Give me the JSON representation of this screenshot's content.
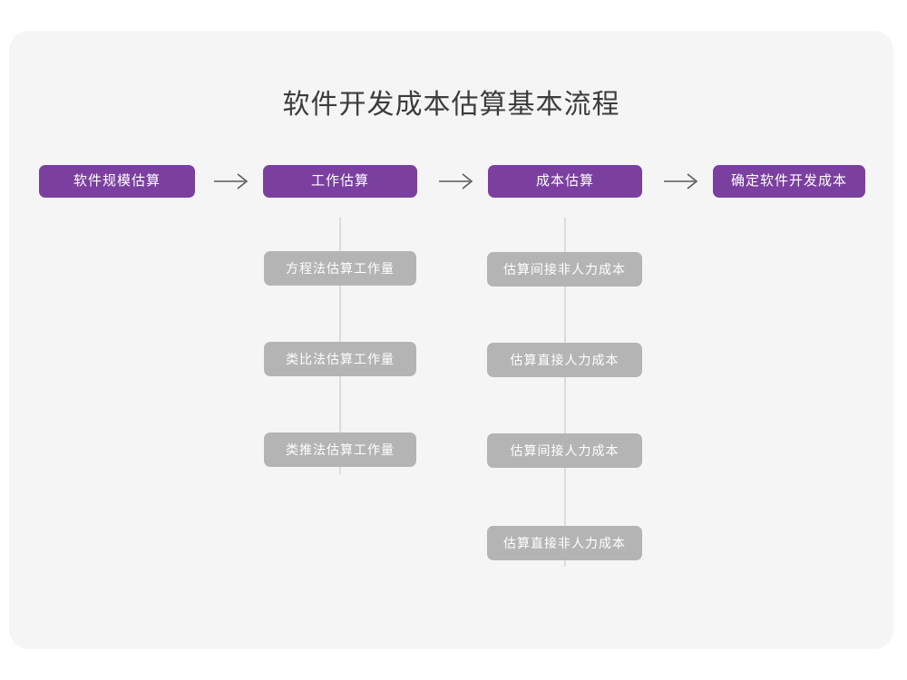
{
  "title": "软件开发成本估算基本流程",
  "colors": {
    "canvas_background": "#f5f5f5",
    "page_background": "#ffffff",
    "primary_node": "#7b3fa0",
    "secondary_node": "#b4b4b4",
    "title_text": "#3c3c3c",
    "node_text": "#ffffff",
    "connector_line": "#dcdcdc",
    "arrow": "#5a5a5a"
  },
  "flow": {
    "stages": [
      {
        "id": "stage-1",
        "label": "软件规模估算",
        "substeps": []
      },
      {
        "id": "stage-2",
        "label": "工作估算",
        "substeps": [
          {
            "label": "方程法估算工作量"
          },
          {
            "label": "类比法估算工作量"
          },
          {
            "label": "类推法估算工作量"
          }
        ]
      },
      {
        "id": "stage-3",
        "label": "成本估算",
        "substeps": [
          {
            "label": "估算间接非人力成本"
          },
          {
            "label": "估算直接人力成本"
          },
          {
            "label": "估算间接人力成本"
          },
          {
            "label": "估算直接非人力成本"
          }
        ]
      },
      {
        "id": "stage-4",
        "label": "确定软件开发成本",
        "substeps": []
      }
    ],
    "connector_arrows": [
      {
        "id": "arrow-1",
        "glyph": "right-arrow"
      },
      {
        "id": "arrow-2",
        "glyph": "right-arrow"
      },
      {
        "id": "arrow-3",
        "glyph": "right-arrow"
      }
    ]
  }
}
